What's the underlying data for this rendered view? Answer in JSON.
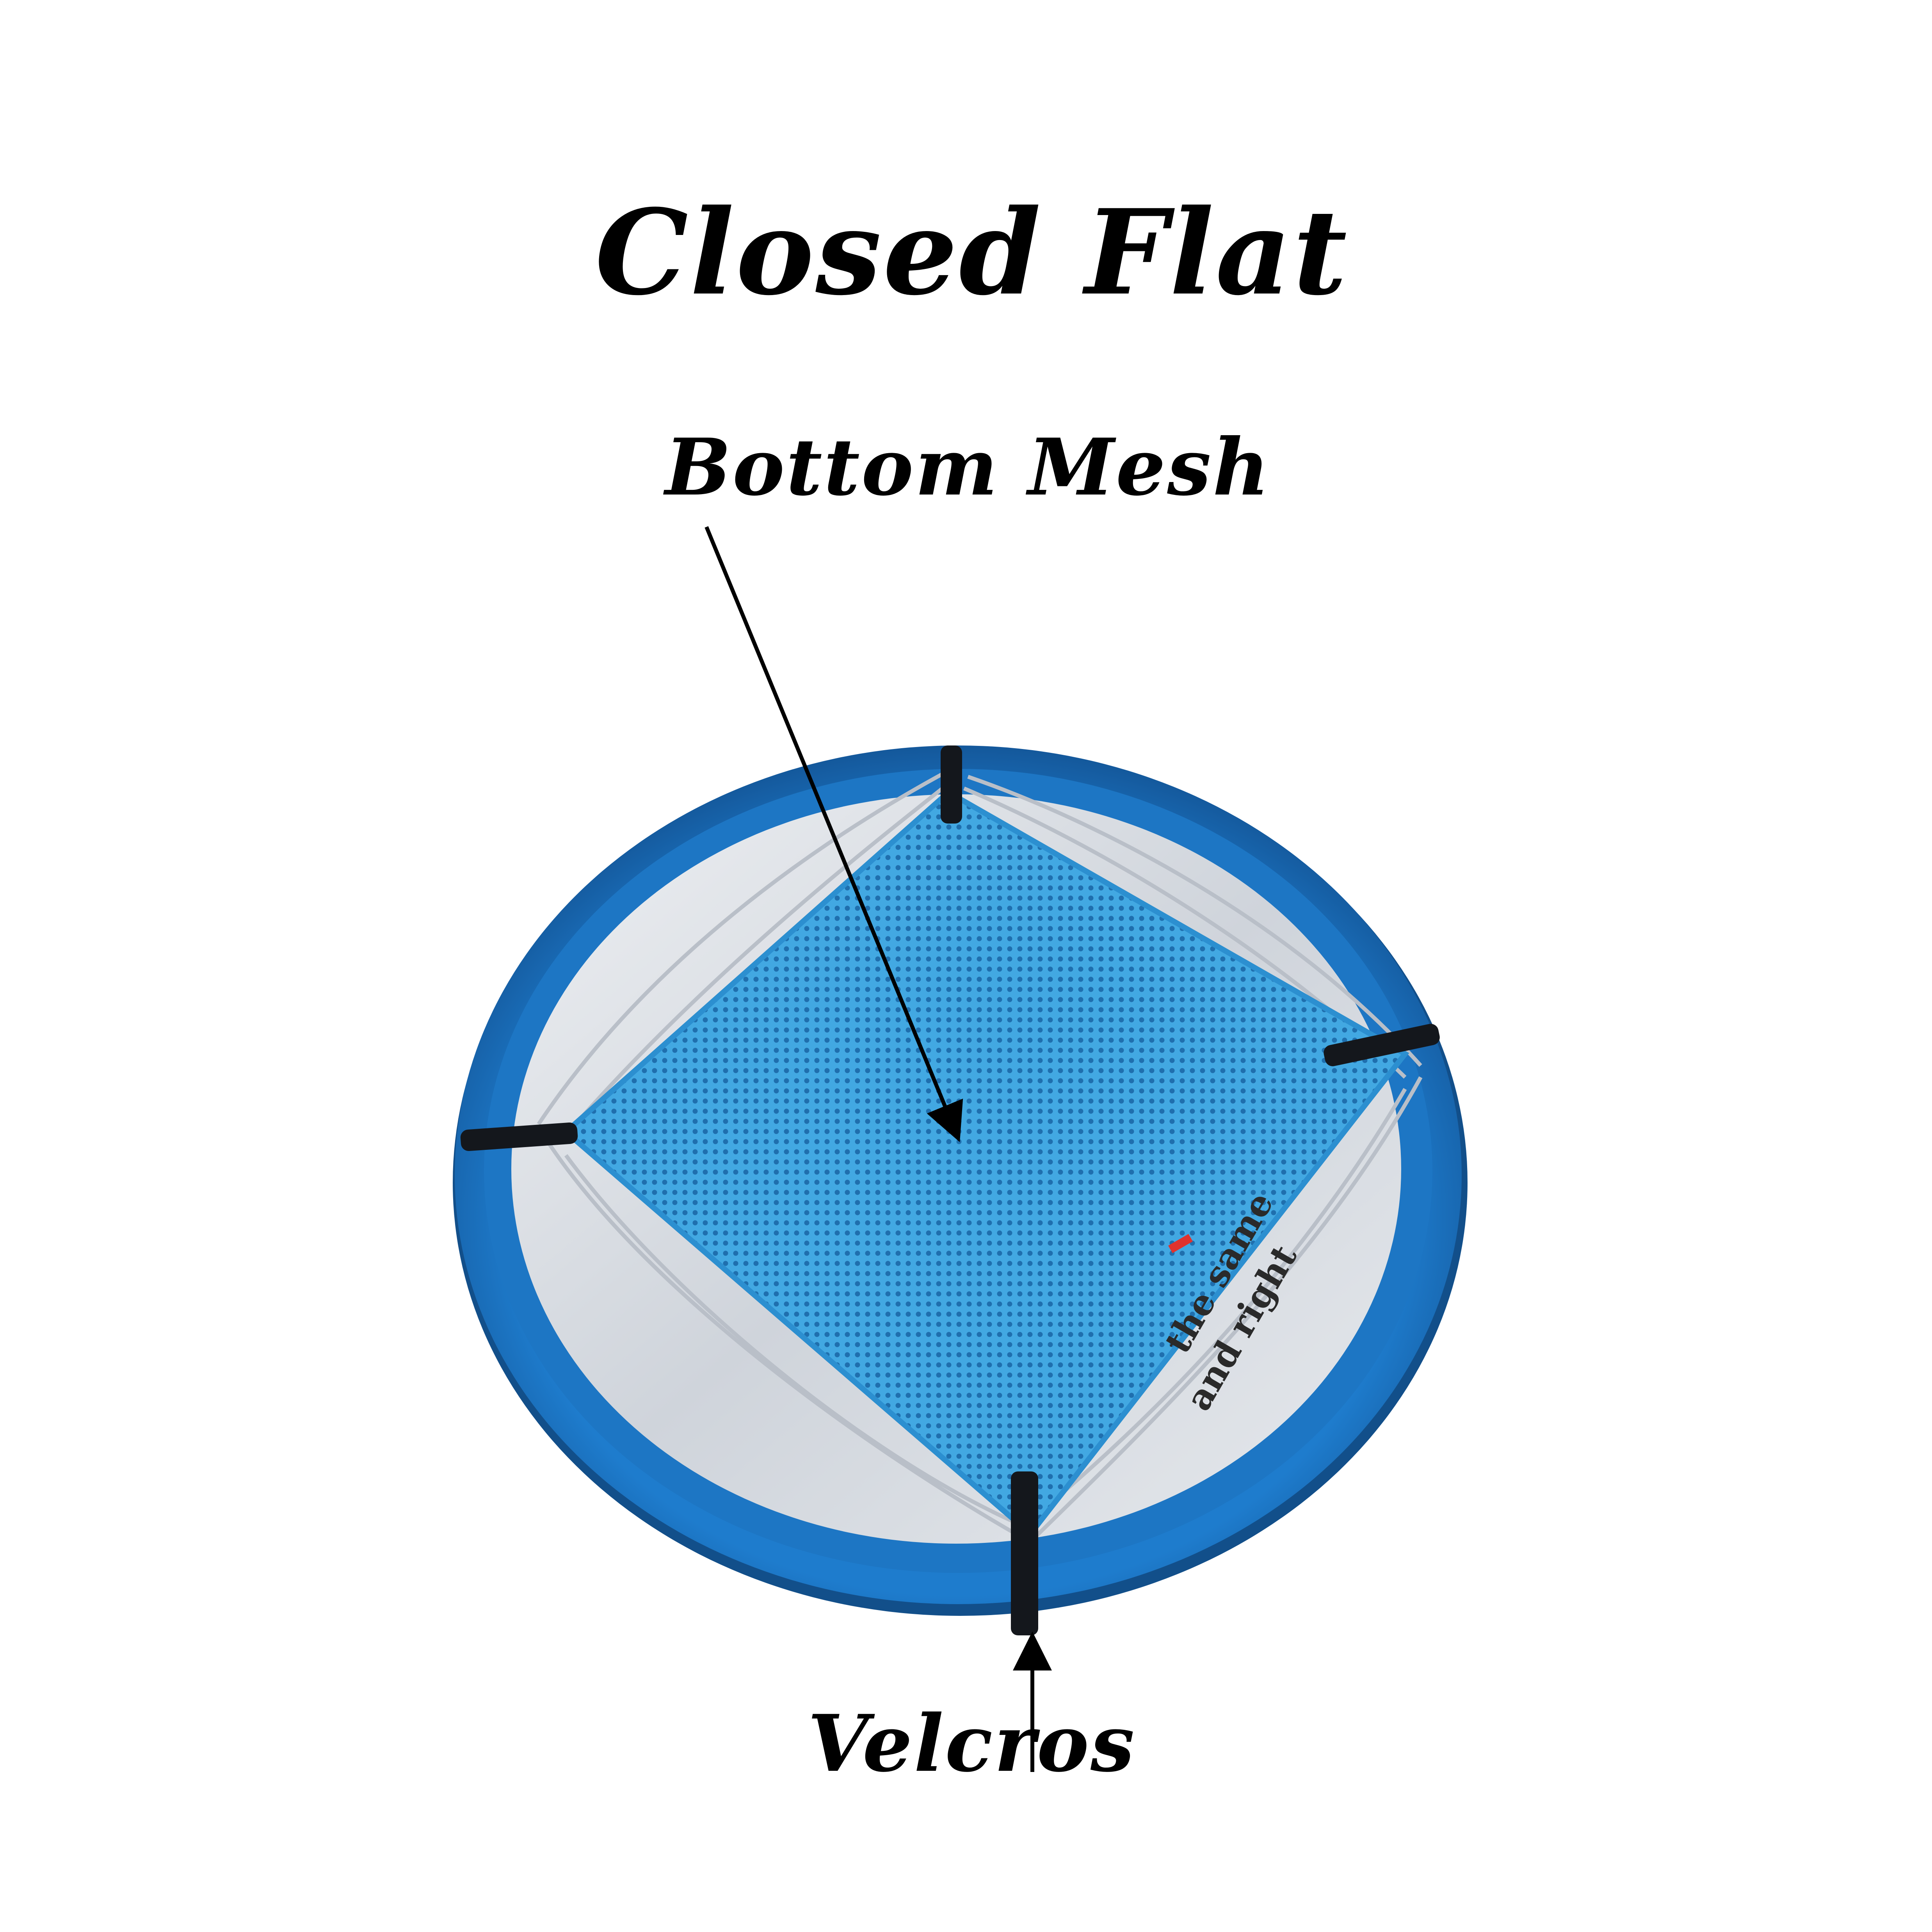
{
  "title": "Closed Flat",
  "labels": {
    "bottom_mesh": "Bottom Mesh",
    "velcros": "Velcros"
  },
  "fabric_print": {
    "line1": "the same",
    "line2": "and right"
  },
  "colors": {
    "background": "#ffffff",
    "text": "#000000",
    "rim_blue": "#1f78c8",
    "rim_dark": "#155a9a",
    "mesh_blue": "#3fa6e0",
    "mesh_dot": "#1d6fae",
    "fabric_gray": "#d9dde3",
    "strap_black": "#14171c",
    "print_red": "#e0332e"
  }
}
